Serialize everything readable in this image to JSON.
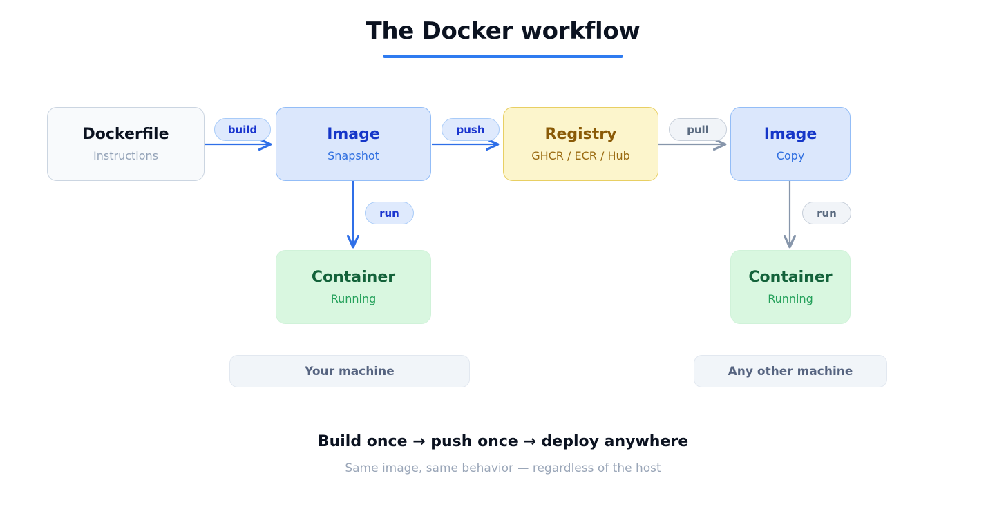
{
  "header": {
    "title": "The Docker workflow",
    "rule_color": "#2f7bf0"
  },
  "diagram": {
    "type": "flow",
    "nodes": [
      {
        "id": "dockerfile",
        "title": "Dockerfile",
        "subtitle": "Instructions",
        "style": "neutral"
      },
      {
        "id": "image_local",
        "title": "Image",
        "subtitle": "Snapshot",
        "style": "blue"
      },
      {
        "id": "registry",
        "title": "Registry",
        "subtitle": "GHCR / ECR / Hub",
        "style": "yellow"
      },
      {
        "id": "image_remote",
        "title": "Image",
        "subtitle": "Copy",
        "style": "blue"
      },
      {
        "id": "container_local",
        "title": "Container",
        "subtitle": "Running",
        "style": "green"
      },
      {
        "id": "container_remote",
        "title": "Container",
        "subtitle": "Running",
        "style": "green"
      }
    ],
    "edges": [
      {
        "id": "build",
        "label": "build",
        "from": "dockerfile",
        "to": "image_local",
        "style": "primary",
        "direction": "right"
      },
      {
        "id": "push",
        "label": "push",
        "from": "image_local",
        "to": "registry",
        "style": "primary",
        "direction": "right"
      },
      {
        "id": "pull",
        "label": "pull",
        "from": "registry",
        "to": "image_remote",
        "style": "secondary",
        "direction": "right"
      },
      {
        "id": "run_local",
        "label": "run",
        "from": "image_local",
        "to": "container_local",
        "style": "primary",
        "direction": "down"
      },
      {
        "id": "run_remote",
        "label": "run",
        "from": "image_remote",
        "to": "container_remote",
        "style": "secondary",
        "direction": "down"
      }
    ],
    "scopes": [
      {
        "id": "your_machine",
        "label": "Your machine"
      },
      {
        "id": "any_other_machine",
        "label": "Any other machine"
      }
    ]
  },
  "footer": {
    "headline": "Build once → push once → deploy anywhere",
    "subtext": "Same image, same behavior — regardless of the host"
  },
  "colors": {
    "accent_blue": "#2f7bf0",
    "edge_primary": "#2f6fe8",
    "edge_secondary": "#8796ab",
    "node_blue_fill": "#dbe7fc",
    "node_yellow_fill": "#fcf5cc",
    "node_green_fill": "#d9f7e0",
    "node_neutral_fill": "#f8fafc"
  }
}
